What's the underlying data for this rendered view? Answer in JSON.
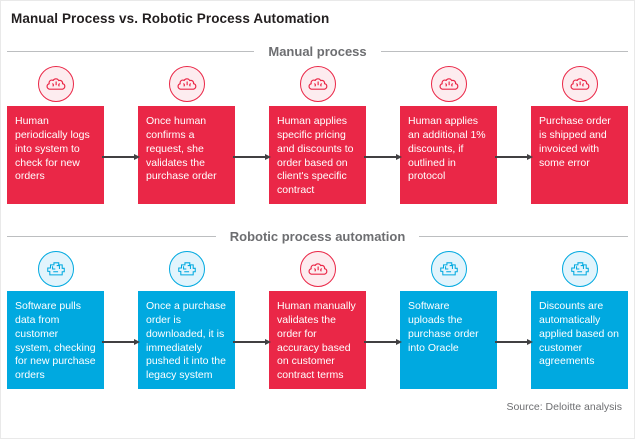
{
  "title": "Manual Process vs. Robotic Process Automation",
  "source": "Source: Deloitte analysis",
  "colors": {
    "red": "#ea2747",
    "blue": "#00a9e0",
    "header_gray": "#6d6e71",
    "arrow": "#414042"
  },
  "sections": [
    {
      "label": "Manual process",
      "steps": [
        {
          "type": "human",
          "icon": "brain-icon",
          "text": "Human periodically logs into system to check for new orders"
        },
        {
          "type": "human",
          "icon": "brain-icon",
          "text": "Once human confirms a request, she validates the purchase order"
        },
        {
          "type": "human",
          "icon": "brain-icon",
          "text": "Human applies specific pricing and discounts to order based on client's specific contract"
        },
        {
          "type": "human",
          "icon": "brain-icon",
          "text": "Human applies an additional 1% discounts, if outlined in protocol"
        },
        {
          "type": "human",
          "icon": "brain-icon",
          "text": "Purchase order is shipped and invoiced with some error"
        }
      ]
    },
    {
      "label": "Robotic process automation",
      "steps": [
        {
          "type": "software",
          "icon": "digital-brain-icon",
          "text": "Software pulls data from customer system, checking for new purchase orders"
        },
        {
          "type": "software",
          "icon": "digital-brain-icon",
          "text": "Once a purchase order is downloaded, it is immediately pushed it into the legacy system"
        },
        {
          "type": "human",
          "icon": "brain-icon",
          "text": "Human manually validates the order for accuracy based on customer contract terms"
        },
        {
          "type": "software",
          "icon": "digital-brain-icon",
          "text": "Software uploads the purchase order into Oracle"
        },
        {
          "type": "software",
          "icon": "digital-brain-icon",
          "text": "Discounts are automatically applied based on customer agreements"
        }
      ]
    }
  ]
}
